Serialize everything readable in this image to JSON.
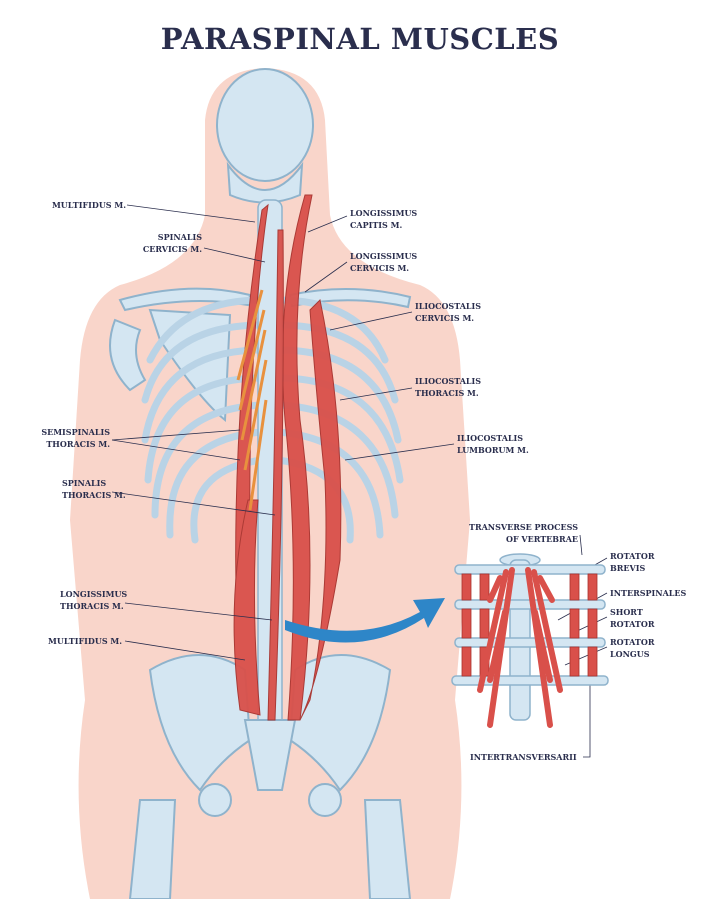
{
  "title": "PARASPINAL MUSCLES",
  "labels": {
    "multifidus_upper": "MULTIFIDUS M.",
    "spinalis_cervicis": [
      "SPINALIS",
      "CERVICIS M."
    ],
    "longissimus_capitis": [
      "LONGISSIMUS",
      "CAPITIS M."
    ],
    "longissimus_cervicis": [
      "LONGISSIMUS",
      "CERVICIS M."
    ],
    "iliocostalis_cervicis": [
      "ILIOCOSTALIS",
      "CERVICIS M."
    ],
    "iliocostalis_thoracis": [
      "ILIOCOSTALIS",
      "THORACIS M."
    ],
    "iliocostalis_lumborum": [
      "ILIOCOSTALIS",
      "LUMBORUM M."
    ],
    "semispinalis_thoracis": [
      "SEMISPINALIS",
      "THORACIS M."
    ],
    "spinalis_thoracis": [
      "SPINALIS",
      "THORACIS  M."
    ],
    "longissimus_thoracis": [
      "LONGISSIMUS",
      "THORACIS M."
    ],
    "multifidus_lower": "MULTIFIDUS M."
  },
  "inset_labels": {
    "transverse_process": [
      "TRANSVERSE PROCESS",
      "OF VERTEBRAE"
    ],
    "rotator_brevis": [
      "ROTATOR",
      "BREVIS"
    ],
    "interspinales": "INTERSPINALES",
    "short_rotator": [
      "SHORT",
      "ROTATOR"
    ],
    "rotator_longus": [
      "ROTATOR",
      "LONGUS"
    ],
    "intertransversarii": "INTERTRANSVERSARII"
  },
  "colors": {
    "skin": "#f9d5ca",
    "bone": "#d4e6f2",
    "bone_outline": "#8fb3cc",
    "muscle": "#d9504a",
    "semispinalis": "#e8913e",
    "arrow": "#2e86c8",
    "text": "#2a2e4d"
  }
}
